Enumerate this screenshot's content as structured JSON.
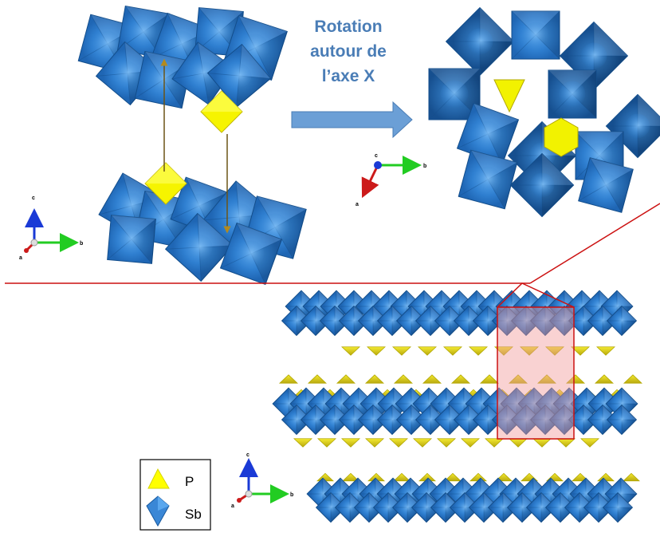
{
  "caption": {
    "line1": "Rotation",
    "line2": "autour de",
    "line3": "l’axe X"
  },
  "axes_top_left": {
    "x": "b",
    "y": "c",
    "z": "a"
  },
  "axes_top_right": {
    "x": "b",
    "y": "a",
    "z": "c"
  },
  "axes_bottom": {
    "x": "b",
    "y": "c",
    "z": "a"
  },
  "legend": {
    "items": [
      {
        "label": "P",
        "color": "#ffff00",
        "icon": "triangle-icon"
      },
      {
        "label": "Sb",
        "color": "#3a87d6",
        "icon": "octahedron-icon"
      }
    ]
  },
  "colors": {
    "octahedron": "#3a87d6",
    "octahedron_dark": "#17599e",
    "tetrahedron": "#f2f200",
    "arrow": "#6b9fd6",
    "divider": "#cc1111",
    "highlight": "#f29b9b"
  }
}
